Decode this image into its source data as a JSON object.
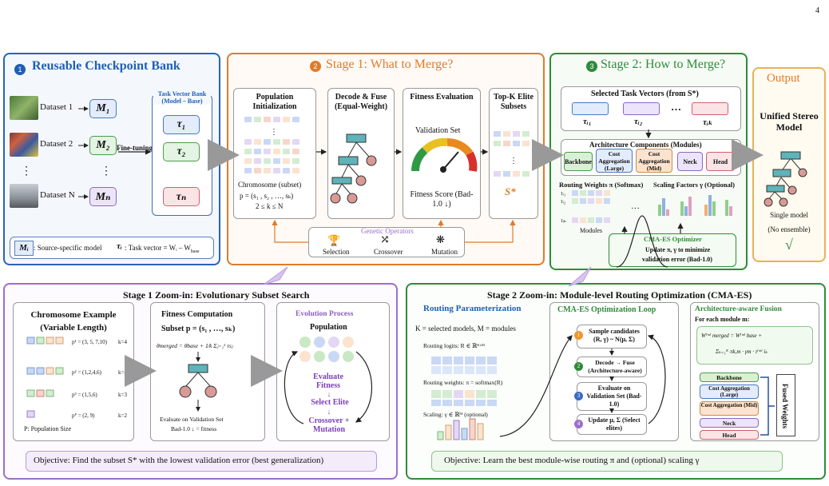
{
  "page_number": "4",
  "bank": {
    "badge": "1",
    "title": "Reusable Checkpoint Bank",
    "datasets": [
      "Dataset 1",
      "Dataset 2",
      "Dataset N"
    ],
    "models": [
      "M₁",
      "M₂",
      "Mₙ"
    ],
    "dots": "⋮",
    "finetune_label": "Fine-tuning",
    "tvbank_title": "Task Vector Bank (Model – Base)",
    "task_vectors": [
      "τ₁",
      "τ₂",
      "τₙ"
    ],
    "legend_model": "Mᵢ",
    "legend_model_text": ": Source-specific model",
    "legend_tau": "τᵢ",
    "legend_tau_text": ": Task vector = Wᵢ – W",
    "legend_tau_sub": "base",
    "colors": {
      "blue": "#1f5fb4",
      "orange": "#e07b2a",
      "green": "#2e8b3a",
      "purple": "#9b6fc9"
    }
  },
  "stage1": {
    "badge": "2",
    "title": "Stage 1: What to Merge?",
    "pop_title": "Population Initialization",
    "chrom_label": "Chromosome (subset)",
    "chrom_formula": "p = (s₁ , s₂ , …, sₖ)",
    "chrom_range": "2 ≤ k ≤ N",
    "decode_title": "Decode & Fuse (Equal-Weight)",
    "fitness_title": "Fitness Evaluation",
    "val_set": "Validation Set",
    "fitness_score": "Fitness Score (Bad-1.0 ↓)",
    "topk_title": "Top-K Elite Subsets",
    "s_star": "S*",
    "genetic_ops": "Genetic Operators",
    "ops": [
      "Selection",
      "Crossover",
      "Mutation"
    ]
  },
  "stage2": {
    "badge": "3",
    "title": "Stage 2: How to Merge?",
    "selected_title": "Selected Task Vectors (from S*)",
    "selected_labels": [
      "τᵢ₁",
      "τᵢ₂",
      "τᵢₖ"
    ],
    "ellipsis": "…",
    "arch_title": "Architecture Components (Modules)",
    "modules": [
      "Backbone",
      "Cost Aggregation (Large)",
      "Cost Aggregation (Mid)",
      "Neck",
      "Head"
    ],
    "routing_title": "Routing Weights  π (Softmax)",
    "routing_rows": [
      "τᵢ₁",
      "τᵢ₂",
      "τᵢₖ"
    ],
    "modules_label": "Modules",
    "scaling_title": "Scaling Factors  γ (Optional)",
    "cma_title": "CMA-ES Optimizer",
    "cma_text1": "Update π, γ to minimize",
    "cma_text2": "validation error (Bad-1.0)"
  },
  "output": {
    "title": "Output",
    "model_name": "Unified Stereo Model",
    "single": "Single model",
    "no_ensemble": "(No ensemble)",
    "check": "√"
  },
  "zoom1": {
    "title": "Stage 1 Zoom-in: Evolutionary Subset Search",
    "chrom_title": "Chromosome Example (Variable Length)",
    "chrom_rows": [
      {
        "label": "p¹ = (3, 5, 7,10)",
        "k": "k=4"
      },
      {
        "label": "p² = (1,2,4,6)",
        "k": "k=4"
      },
      {
        "label": "p³ = (1,5,6)",
        "k": "k=3"
      },
      {
        "label": "pᴾ = (2, 9)",
        "k": "k=2"
      }
    ],
    "pop_size": "P: Population Size",
    "fit_title": "Fitness Computation",
    "fit_subset": "Subset p = (s₁ , …, sₖ)",
    "fit_formula": "θmerged = θbase + 1⁄k Σⱼ₌₁ᵏ τsⱼ",
    "fit_eval1": "Evaluate on Validation Set",
    "fit_eval2": "Bad-1.0 ↓ = fitness",
    "evo_title": "Evolution Process",
    "evo_population": "Population",
    "evo_steps": [
      "Evaluate Fitness",
      "↓",
      "Select Elite",
      "↓",
      "Crossover + Mutation"
    ],
    "objective": "Objective: Find the subset S* with the lowest validation error (best generalization)"
  },
  "zoom2": {
    "title": "Stage 2 Zoom-in: Module-level Routing Optimization (CMA-ES)",
    "rp_title": "Routing Parameterization",
    "rp_def": "K =  selected models,  M =  modules",
    "rp_logits": "Routing logits:   R ∈ ℝᴷˣᴹ",
    "rp_weights": "Routing weights:  π = softmax(R)",
    "rp_scaling": "Scaling:  γ ∈ ℝᴹ  (optional)",
    "loop_title": "CMA-ES Optimization Loop",
    "loop_steps": [
      {
        "n": "1",
        "text": "Sample candidates (R, γ) ~ N(μ, Σ)"
      },
      {
        "n": "2",
        "text": "Decode → Fuse (Architecture-aware)"
      },
      {
        "n": "3",
        "text": "Evaluate on Validation Set (Bad-1.0)"
      },
      {
        "n": "4",
        "text": "Update μ, Σ (Select elites)"
      }
    ],
    "fusion_title": "Architecture-aware Fusion",
    "fusion_sub": "For each module m:",
    "fusion_formula1": "W⁽ᵐ⁾ merged = W⁽ᵐ⁾ base +",
    "fusion_formula2": "Σₖ₌₁ᴷ πk,m · γm · τ⁽ᵐ⁾ iₖ",
    "fusion_modules": [
      "Backbone",
      "Cost Aggregation (Large)",
      "Cost Aggregation (Mid)",
      "Neck",
      "Head"
    ],
    "fused_weights": "Fused Weights",
    "objective": "Objective: Learn the best module-wise routing π and (optional) scaling γ"
  }
}
